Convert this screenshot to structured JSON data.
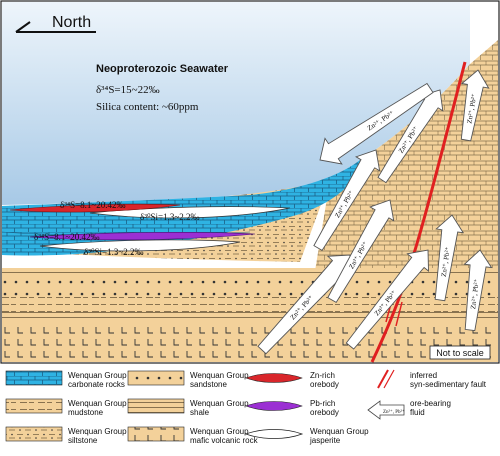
{
  "header": {
    "direction_label": "North"
  },
  "annotations": {
    "seawater_title": "Neoproterozoic Seawater",
    "seawater_sulfur": "δ³⁴S=15~22‰",
    "seawater_silica": "Silica content: ~60ppm",
    "zn_lens_label": "δ³⁴S=8.1~20.42‰",
    "jasperite_upper_label": "δ³⁰Si=1.3~2.2‰",
    "pb_lens_label": "δ³⁴S=8.1~20.42‰",
    "jasperite_lower_label": "δ³⁰Si=1.3~2.2‰",
    "fluid_label": "Zn²⁺, Pb²⁺",
    "scale_note": "Not to scale"
  },
  "legend": {
    "items": [
      {
        "line1": "Wenquan Group",
        "line2": "carbonate rocks",
        "swatch": "carbonate"
      },
      {
        "line1": "Wenquan Group",
        "line2": "sandstone",
        "swatch": "sandstone"
      },
      {
        "line1": "Zn-rich",
        "line2": "orebody",
        "swatch": "zn-lens"
      },
      {
        "line1": "inferred",
        "line2": "syn-sedimentary fault",
        "swatch": "fault"
      },
      {
        "line1": "Wenquan Group",
        "line2": "mudstone",
        "swatch": "mudstone"
      },
      {
        "line1": "Wenquan Group",
        "line2": "shale",
        "swatch": "shale"
      },
      {
        "line1": "Pb-rich",
        "line2": "orebody",
        "swatch": "pb-lens"
      },
      {
        "line1": "ore-bearing",
        "line2": "fluid",
        "swatch": "fluid"
      },
      {
        "line1": "Wenquan Group",
        "line2": "siltstone",
        "swatch": "siltstone"
      },
      {
        "line1": "Wenquan Group",
        "line2": "mafic volcanic rock",
        "swatch": "volcanic"
      },
      {
        "line1": "Wenquan Group",
        "line2": "jasperite",
        "swatch": "jasperite"
      }
    ]
  },
  "colors": {
    "seawater_top": "#e6f1fa",
    "seawater_bottom": "#9ec3e3",
    "carbonate": "#2fb3e3",
    "sediment": "#f3d19a",
    "fault": "#e02020",
    "zn_orebody": "#d9262b",
    "pb_orebody": "#9b2fd3"
  }
}
